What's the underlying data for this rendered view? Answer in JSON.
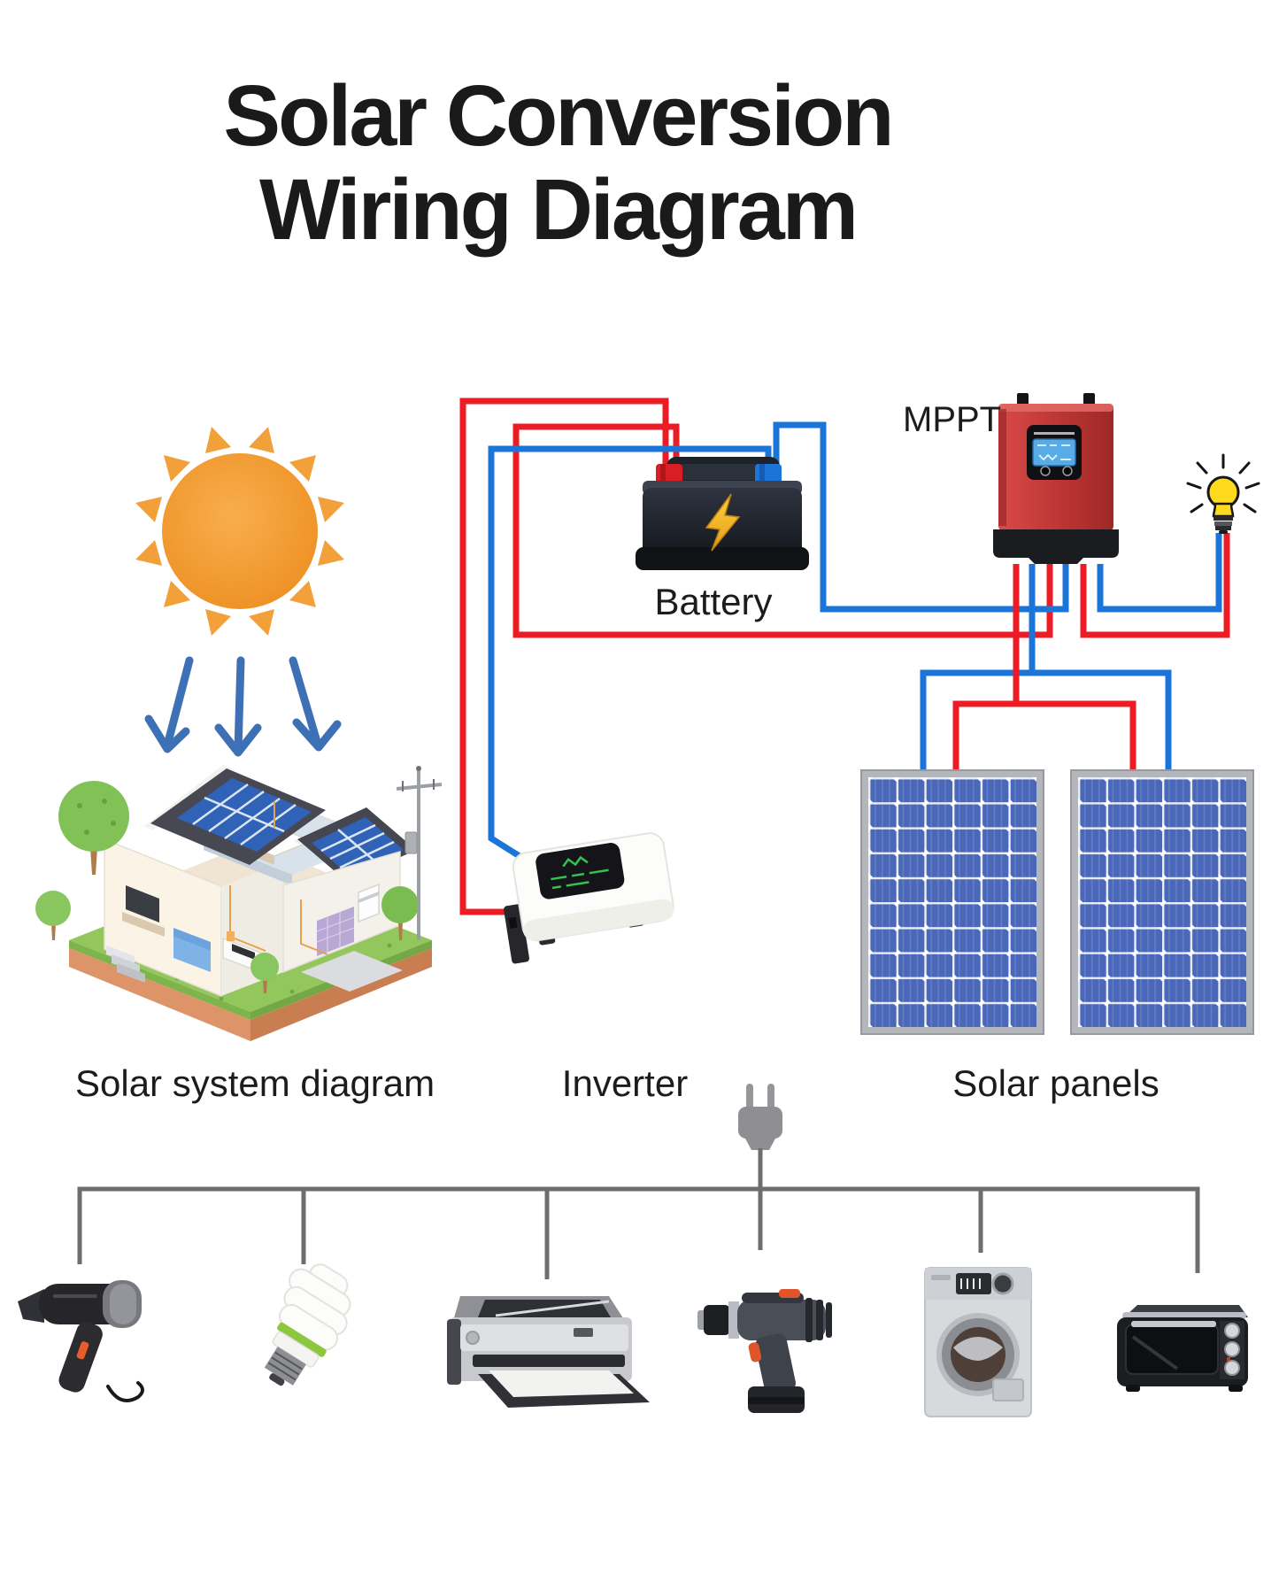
{
  "title": {
    "line1": "Solar Conversion",
    "line2": "Wiring Diagram"
  },
  "labels": {
    "mppt": "MPPT",
    "battery": "Battery",
    "solar_system_diagram": "Solar system diagram",
    "inverter": "Inverter",
    "solar_panels": "Solar panels"
  },
  "icons": {
    "sun": "sun-icon",
    "sunlight_arrows": "sunlight-arrows",
    "house": "solar-house-illustration",
    "battery": "battery-icon",
    "mppt_controller": "mppt-charge-controller",
    "light_bulb": "light-bulb-icon",
    "solar_panels": "solar-panel-icons",
    "inverter_unit": "inverter-unit",
    "power_plug": "power-plug-icon",
    "appliances": [
      "hair-dryer-icon",
      "cfl-bulb-icon",
      "printer-icon",
      "power-drill-icon",
      "washing-machine-icon",
      "toaster-oven-icon"
    ]
  },
  "colors": {
    "wire_positive_red": "#EC1C24",
    "wire_negative_blue": "#1B75D8",
    "sun_arrow_blue": "#3E70B5",
    "distribution_bus_gray": "#6E6E6E",
    "sun_orange": "#F29D33",
    "solar_cell_blue": "#4A67B8",
    "mppt_body_red": "#B63336",
    "bulb_yellow": "#FFD91C",
    "title_text": "#1A1A1A"
  }
}
